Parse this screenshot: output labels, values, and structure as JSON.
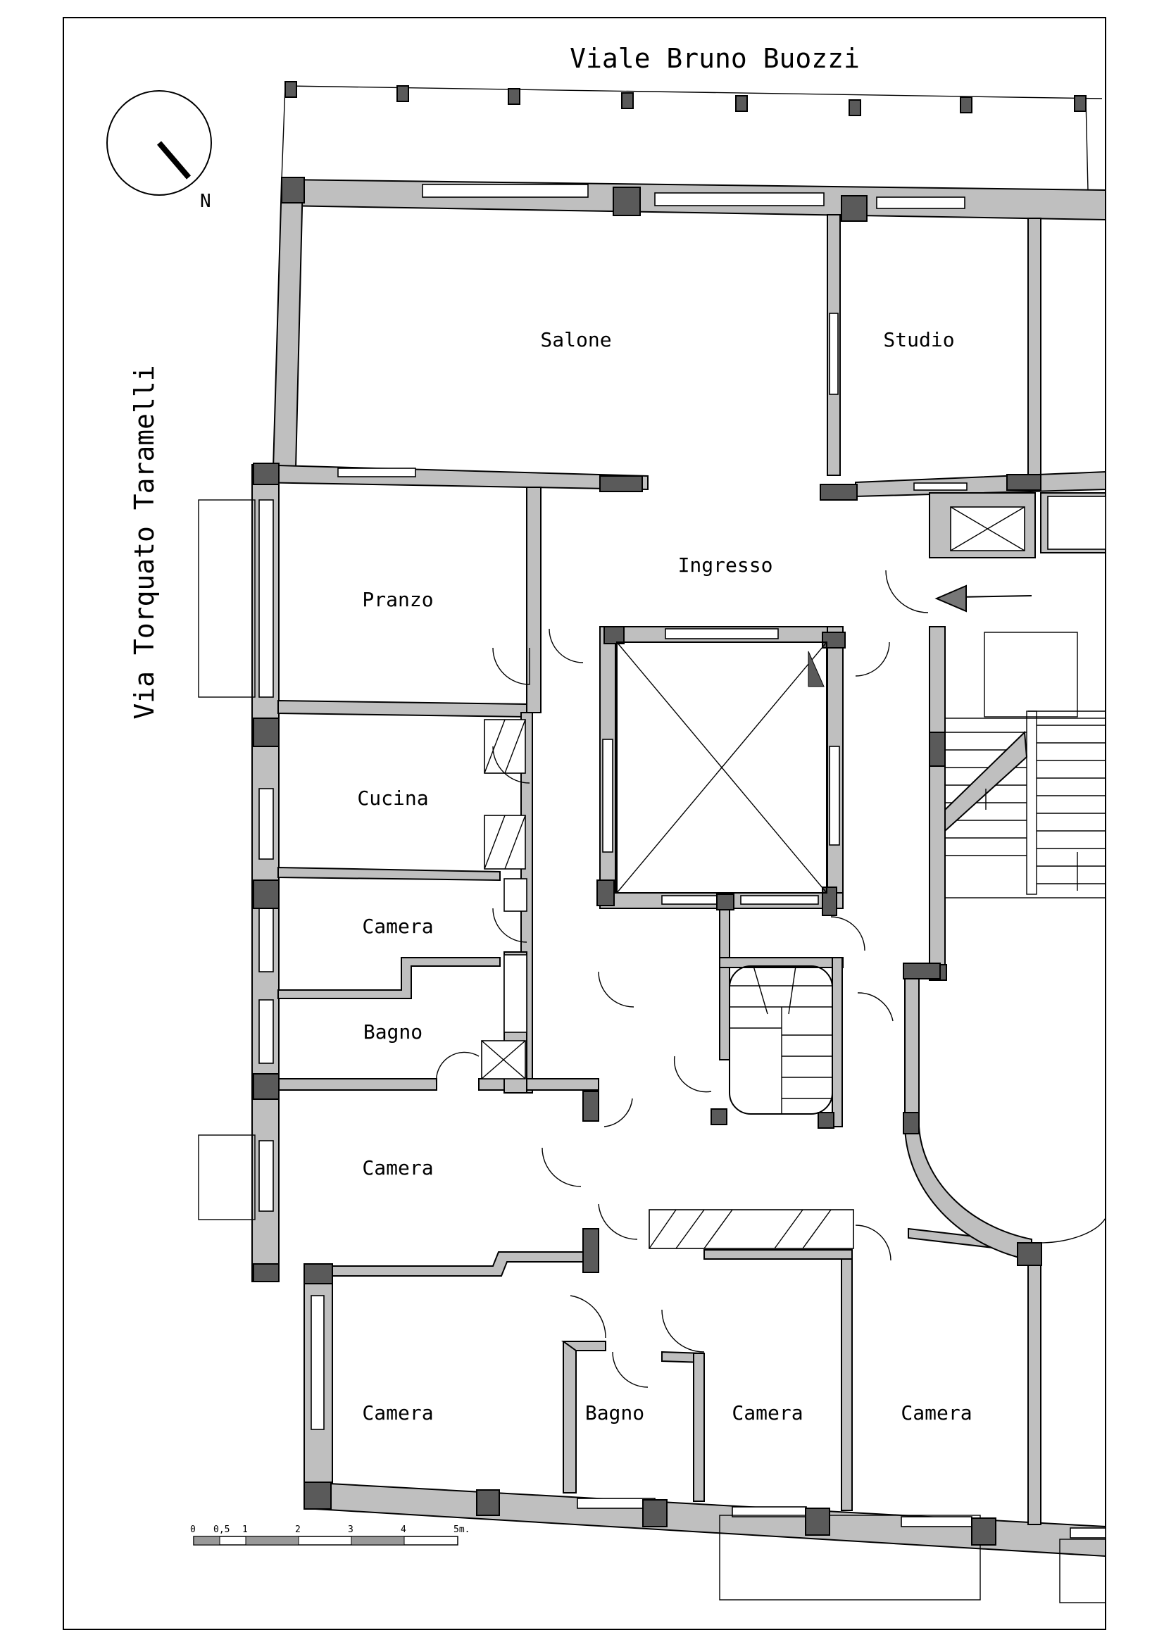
{
  "streets": {
    "north": "Viale Bruno Buozzi",
    "west": "Via Torquato Taramelli"
  },
  "compass": {
    "label": "N"
  },
  "rooms": [
    "Salone",
    "Studio",
    "Ingresso",
    "Pranzo",
    "Cucina",
    "Camera",
    "Bagno",
    "Camera",
    "Camera",
    "Bagno",
    "Camera",
    "Camera"
  ],
  "scale_bar": {
    "ticks": [
      "0",
      "0,5",
      "1",
      "2",
      "3",
      "4",
      "5m."
    ]
  }
}
